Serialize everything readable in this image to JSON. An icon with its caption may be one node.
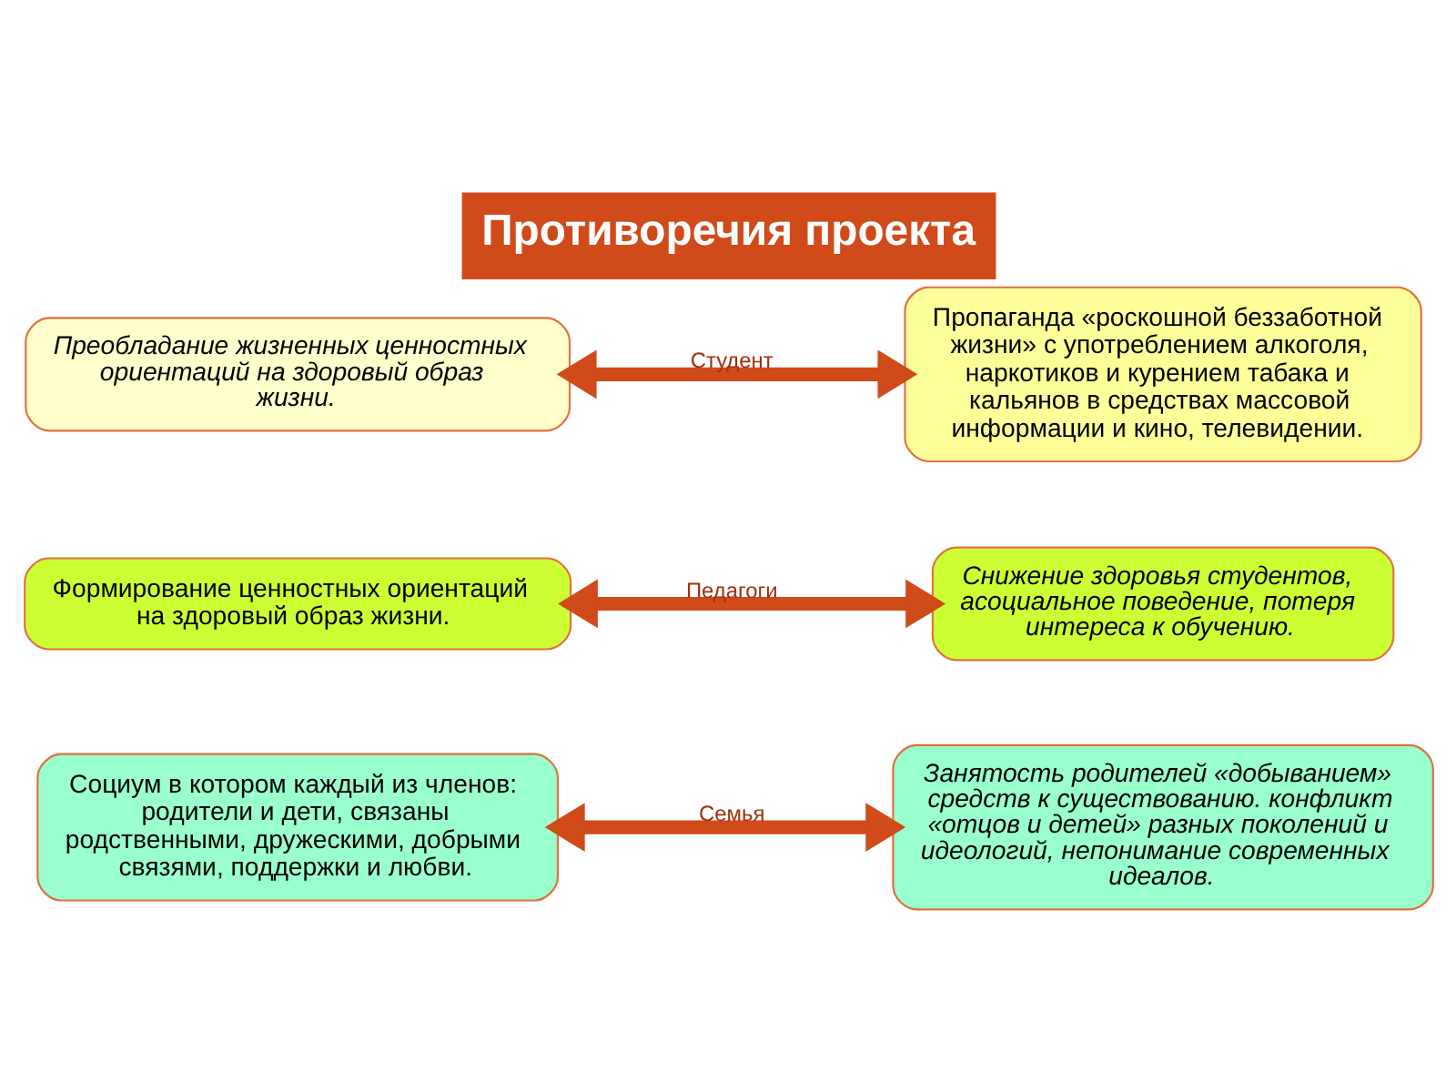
{
  "diagram": {
    "title": "Противоречия проекта",
    "nodes": [
      {
        "text": [
          "Преобладание жизненных ценностных ориентаций на здоровый образ жизни."
        ]
      },
      {
        "text": [
          "Пропаганда «роскошной беззаботной жизни» с употреблением алкоголя, наркотиков и курением табака и кальянов в средствах массовой информации и кино, телевидении."
        ]
      },
      {
        "text": [
          "Формирование ценностных ориентаций на здоровый образ жизни."
        ]
      },
      {
        "text": [
          "Снижение здоровья студентов, асоциальное поведение, потеря интереса к обучению."
        ]
      },
      {
        "text": [
          "Социум в котором каждый из членов: родители и дети, связаны родственными, дружескими, добрыми связями, поддержки и любви."
        ]
      },
      {
        "text": [
          "Занятость родителей «добыванием» средств к существованию. конфликт «отцов и детей» разных поколений и идеологий, непонимание современных идеалов."
        ]
      }
    ],
    "edges": [
      {
        "from": 0,
        "to": 1,
        "arrow": "both",
        "label": "Студент"
      },
      {
        "from": 2,
        "to": 3,
        "arrow": "both",
        "label": "Педагоги"
      },
      {
        "from": 4,
        "to": 5,
        "arrow": "both",
        "label": "Семья"
      }
    ]
  }
}
